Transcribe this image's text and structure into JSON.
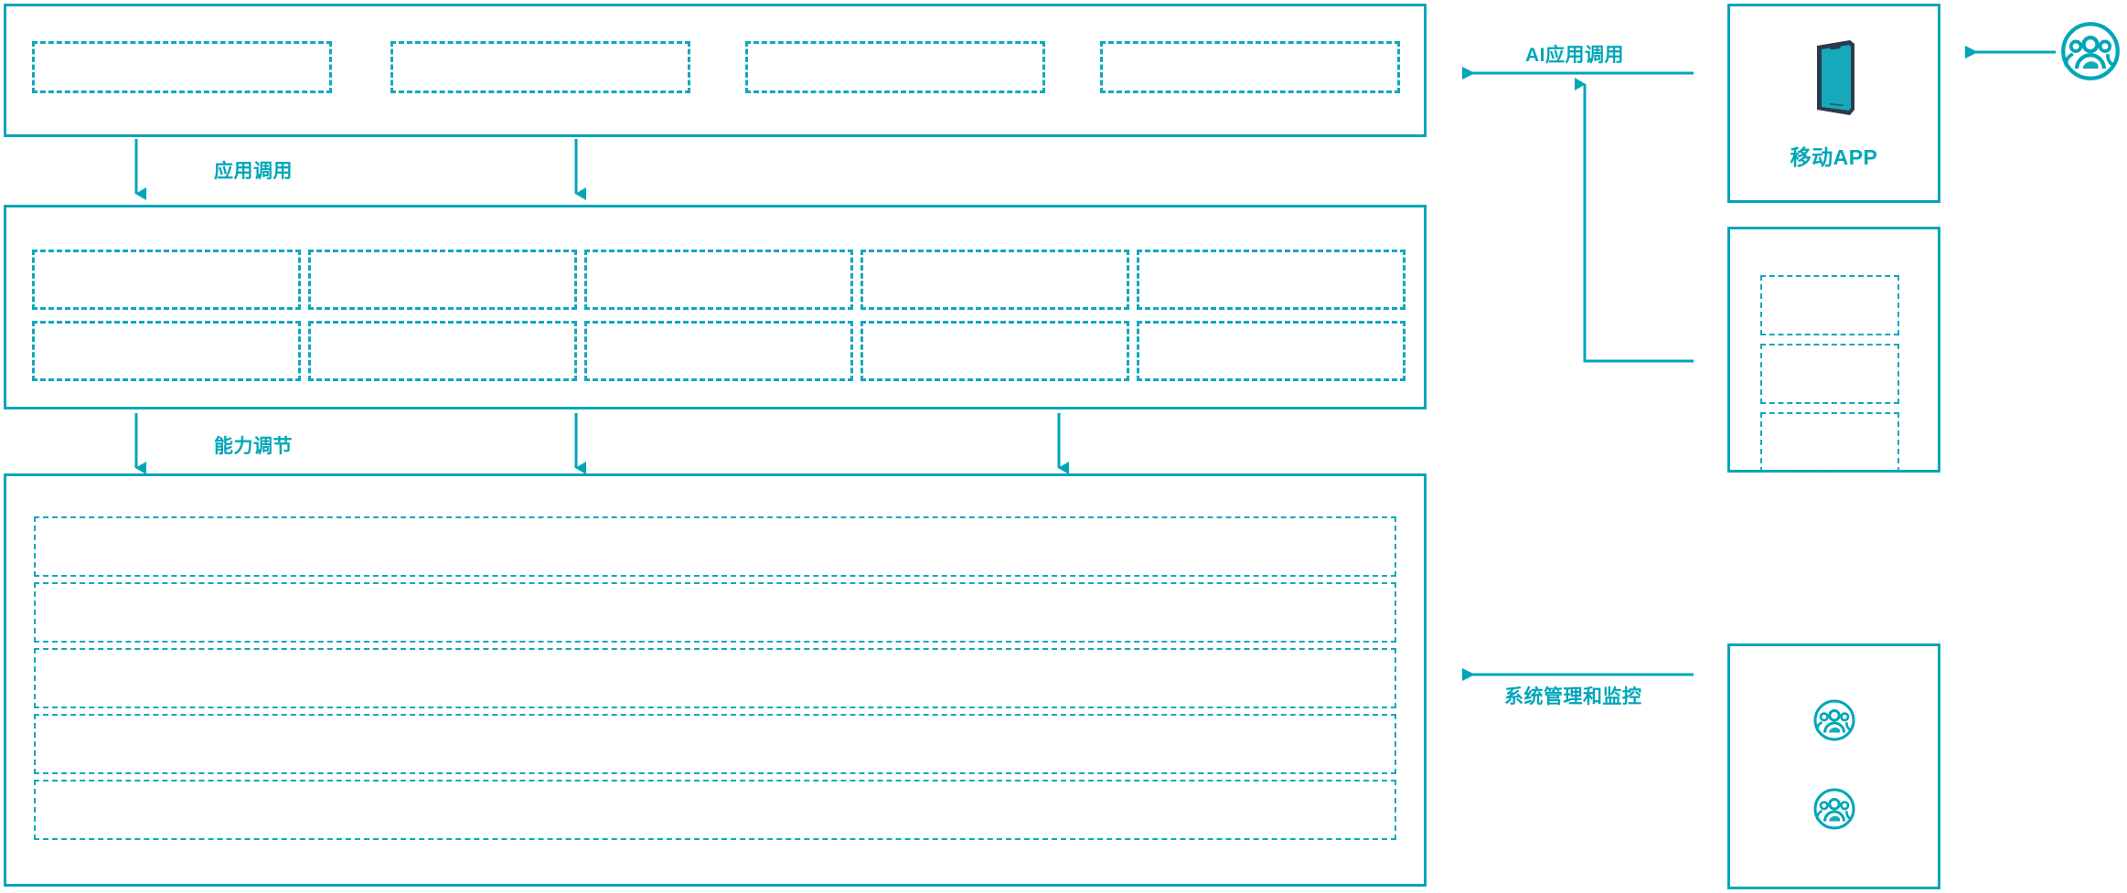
{
  "diagram": {
    "accent_color": "#00a6b8",
    "dash_color": "#11a8ba",
    "device_dark_color": "#2b3b4e",
    "background": "#ffffff"
  },
  "layers": {
    "application_layer": {
      "name": "application-layer-panel",
      "slots": [
        "",
        "",
        "",
        ""
      ]
    },
    "capability_layer": {
      "name": "capability-layer-panel",
      "columns": 5,
      "rows": 2,
      "slots": [
        "",
        "",
        "",
        "",
        "",
        "",
        "",
        "",
        "",
        ""
      ]
    },
    "platform_layer": {
      "name": "platform-layer-panel",
      "slots": [
        "",
        "",
        "",
        "",
        ""
      ]
    }
  },
  "connectors": [
    {
      "id": "app-invoke",
      "label": "应用调用",
      "direction": "down"
    },
    {
      "id": "capability-tune",
      "label": "能力调节",
      "direction": "down"
    },
    {
      "id": "ai-invoke",
      "label": "AI应用调用",
      "direction": "left"
    },
    {
      "id": "system-admin",
      "label": "系统管理和监控",
      "direction": "left"
    }
  ],
  "right_column": {
    "mobile_card": {
      "caption": "移动APP",
      "icon": "mobile-phone-icon"
    },
    "list_card": {
      "caption": "",
      "slots": [
        "",
        "",
        ""
      ]
    },
    "admin_card": {
      "caption": "",
      "icons": [
        "user-group-icon",
        "user-group-icon"
      ]
    },
    "external_user": {
      "icon": "user-group-icon"
    }
  }
}
